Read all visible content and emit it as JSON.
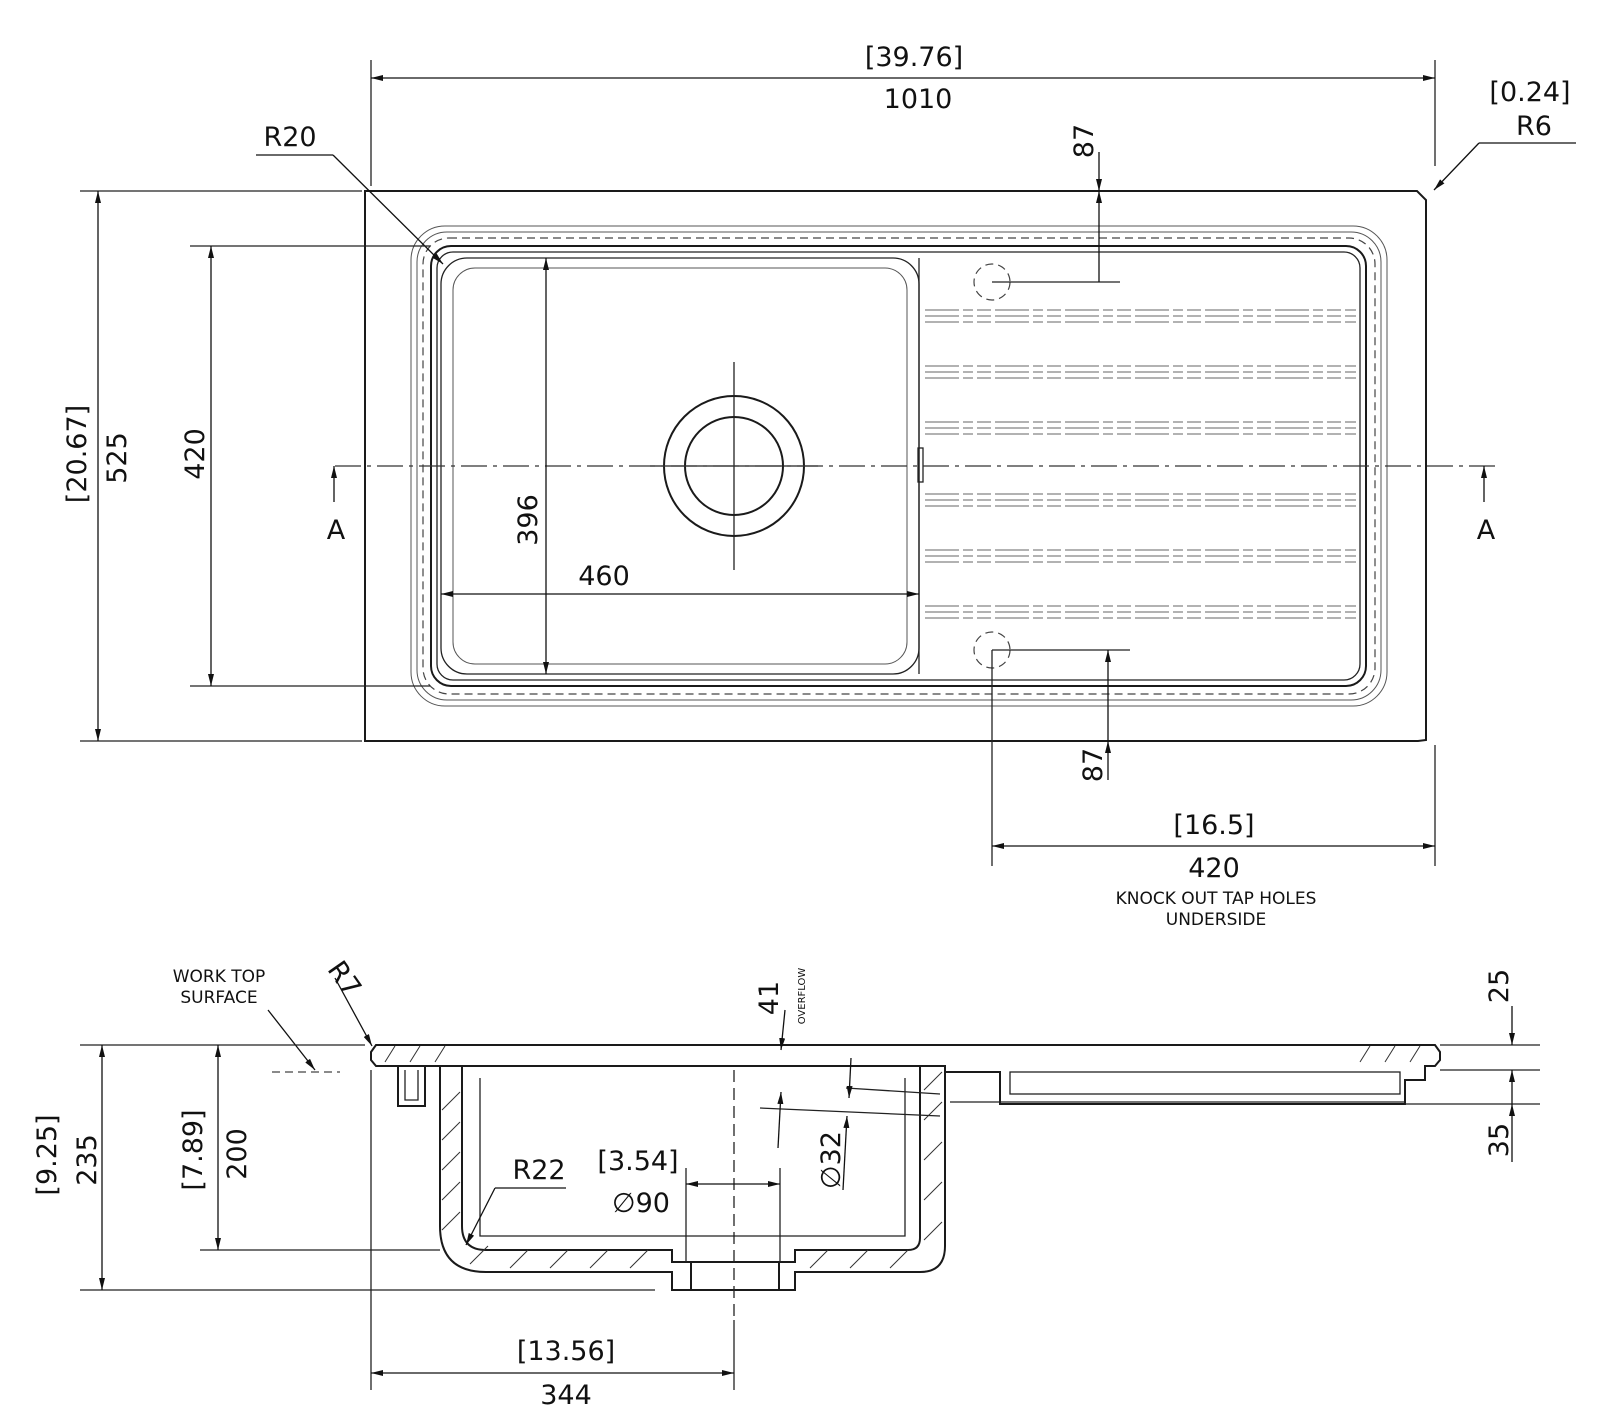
{
  "top_view": {
    "width_in": "[39.76]",
    "width_mm": "1010",
    "corner_in": "[0.24]",
    "corner_r": "R6",
    "bowl_corner_r": "R20",
    "tap_offset_top": "87",
    "tap_offset_bottom": "87",
    "height_in": "[20.67]",
    "height_mm": "525",
    "bowl_height": "420",
    "bowl_inner_height": "396",
    "bowl_width": "460",
    "section_left": "A",
    "section_right": "A",
    "tap_span_in": "[16.5]",
    "tap_span_mm": "420",
    "note_line1": "KNOCK OUT TAP HOLES",
    "note_line2": "UNDERSIDE"
  },
  "section_view": {
    "work_top_line1": "WORK TOP",
    "work_top_line2": "SURFACE",
    "edge_r": "R7",
    "overflow_depth": "41",
    "overflow_label": "OVERFLOW",
    "rim_height": "25",
    "drainer_depth": "35",
    "total_depth_in": "[9.25]",
    "total_depth_mm": "235",
    "bowl_depth_in": "[7.89]",
    "bowl_depth_mm": "200",
    "bowl_r": "R22",
    "waste_dia_in": "[3.54]",
    "waste_dia": "∅90",
    "overflow_dia": "∅32",
    "waste_offset_in": "[13.56]",
    "waste_offset_mm": "344"
  }
}
